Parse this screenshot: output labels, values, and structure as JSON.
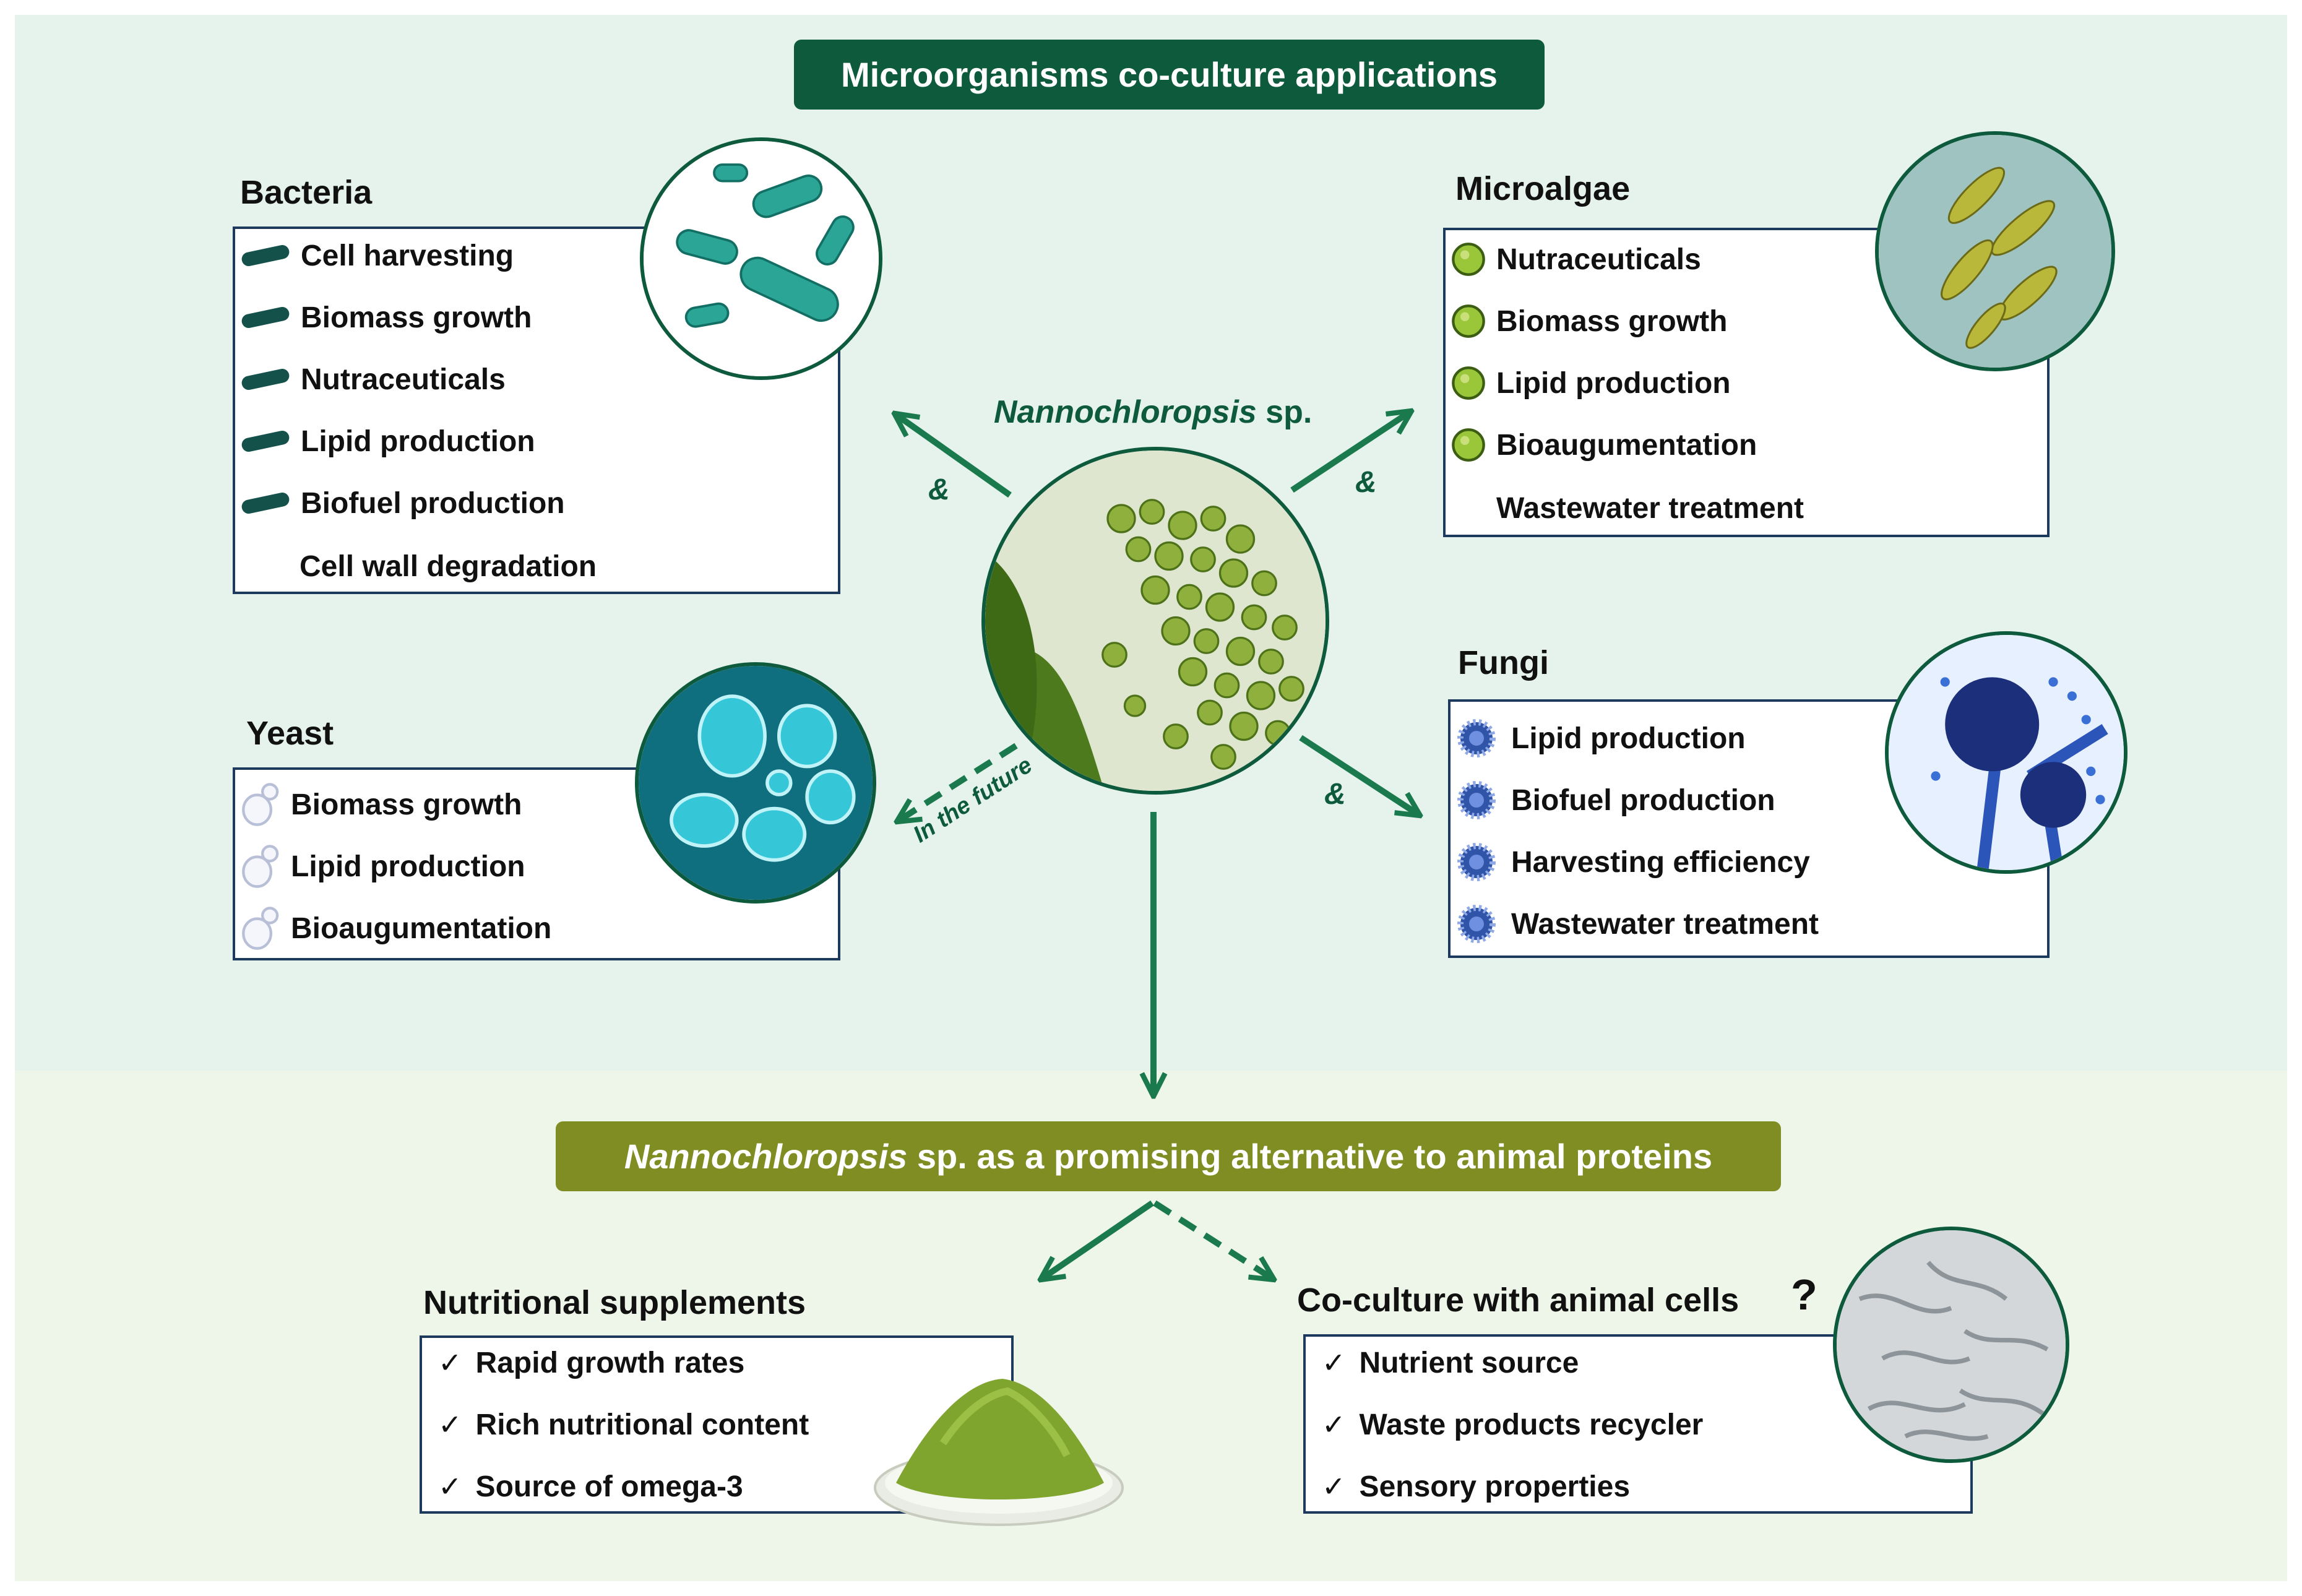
{
  "title": "Microorganisms co-culture applications",
  "center": {
    "genus": "Nannochloropsis",
    "suffix": "sp."
  },
  "connector": "&",
  "future_label": "In the future",
  "bacteria": {
    "heading": "Bacteria",
    "items": [
      "Cell harvesting",
      "Biomass growth",
      "Nutraceuticals",
      "Lipid production",
      "Biofuel production",
      "Cell wall degradation"
    ]
  },
  "microalgae": {
    "heading": "Microalgae",
    "items": [
      "Nutraceuticals",
      "Biomass growth",
      "Lipid production",
      "Bioaugumentation",
      "Wastewater treatment"
    ]
  },
  "yeast": {
    "heading": "Yeast",
    "items": [
      "Biomass growth",
      "Lipid production",
      "Bioaugumentation"
    ]
  },
  "fungi": {
    "heading": "Fungi",
    "items": [
      "Lipid production",
      "Biofuel production",
      "Harvesting efficiency",
      "Wastewater treatment"
    ]
  },
  "alternative": {
    "genus": "Nannochloropsis",
    "rest": "sp. as a promising alternative to animal proteins"
  },
  "nutritional": {
    "heading": "Nutritional supplements",
    "items": [
      "Rapid growth rates",
      "Rich nutritional content",
      "Source of omega-3"
    ]
  },
  "animal_cells": {
    "heading": "Co-culture with animal cells",
    "question": "?",
    "items": [
      "Nutrient source",
      "Waste products recycler",
      "Sensory properties"
    ]
  },
  "check_mark": "✓",
  "colors": {
    "dark_green": "#0e5a3d",
    "arrow_green": "#1a7a4e",
    "olive": "#7f8d22",
    "panel_border": "#1d3a5c",
    "bg_top": "#e6f3ec",
    "bg_bottom": "#edf6e8"
  }
}
